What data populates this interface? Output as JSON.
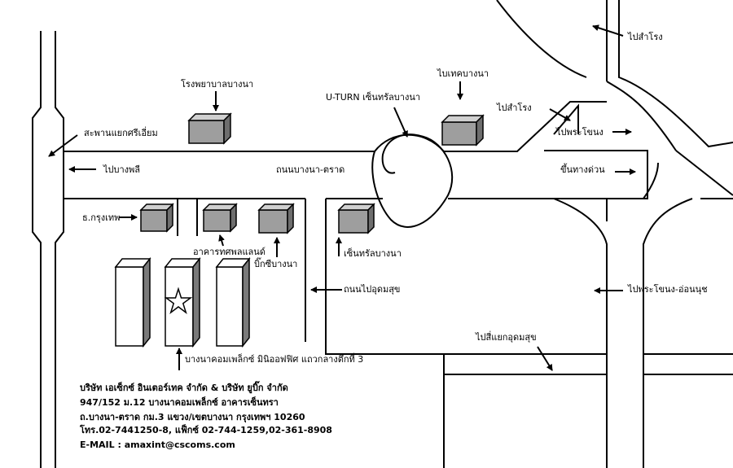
{
  "labels": {
    "hospital": "โรงพยาบาลบางนา",
    "bitec": "ไบเทคบางนา",
    "uturn": "U-TURN เซ็นทรัลบางนา",
    "to_samrong_top": "ไปสำโรง",
    "to_samrong_mid": "ไปสำโรง",
    "bridge": "สะพานแยกศรีเอี่ยม",
    "to_bangphli": "ไปบางพลี",
    "road_bangna_trad": "ถนนบางนา-ตราด",
    "to_phrakhanong": "ไปพระโขนง",
    "expressway": "ขึ้นทางด่วน",
    "bangkok_bank": "ธ.กรุงเทพ",
    "thosaphol_land": "อาคารทศพลแลนด์",
    "bigc": "บิ๊กซีบางนา",
    "central_bangna": "เซ็นทรัลบางนา",
    "udomsuk_road": "ถนนไปอุดมสุข",
    "to_phrakhanong_onnut": "ไปพระโขนง-อ่อนนุช",
    "to_udomsuk_junction": "ไปสี่แยกอุดมสุข",
    "bangna_complex": "บางนาคอมเพล็กซ์ มินิออฟฟิศ แถวกลางตึกที่ 3"
  },
  "company": {
    "line1": "บริษัท เอเซ็กซ์ อินเตอร์เทค จำกัด & บริษัท ยูบิ๊ก จำกัด",
    "line2": "947/152 ม.12 บางนาคอมเพล็กซ์ อาคารเซ็นทรา",
    "line3": "ถ.บางนา-ตราด กม.3 แขวง/เขตบางนา กรุงเทพฯ 10260",
    "line4": "โทร.02-7441250-8, แฟ็กซ์ 02-744-1259,02-361-8908",
    "line5": "E-MAIL : amaxint@cscoms.com"
  },
  "icons": {
    "target": "star-icon"
  }
}
